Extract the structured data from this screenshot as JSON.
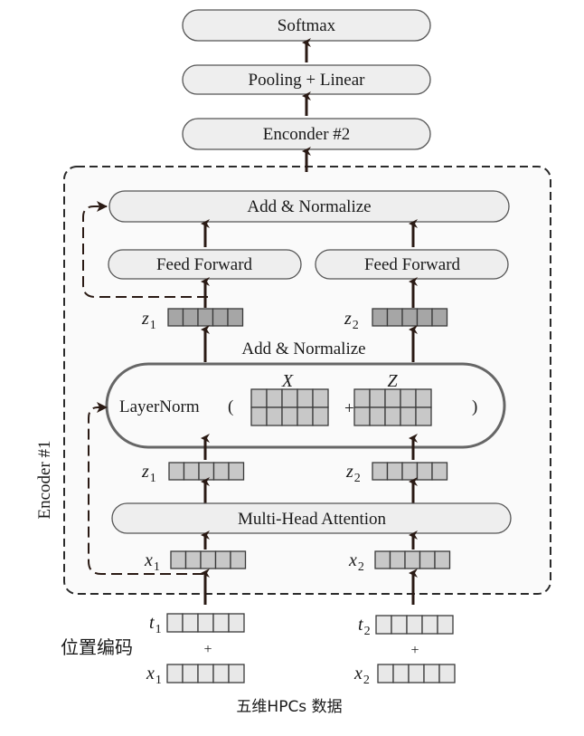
{
  "title": "Transformer encoder architecture for five-dimensional HPCs data",
  "top_blocks": {
    "softmax": "Softmax",
    "pooling_linear": "Pooling  + Linear",
    "encoder2": "Enconder #2"
  },
  "encoder1": {
    "label": "Encoder #1",
    "add_normalize_top": "Add & Normalize",
    "feed_forward_left": "Feed Forward",
    "feed_forward_right": "Feed Forward",
    "add_normalize_mid": "Add & Normalize",
    "layernorm": {
      "label": "LayerNorm",
      "open_paren": "(",
      "close_paren": ")",
      "plus": "+",
      "matrix_x_label": "X",
      "matrix_z_label": "Z"
    },
    "multi_head_attention": "Multi-Head Attention",
    "vectors": {
      "z1_top": {
        "base": "z",
        "sub": "1"
      },
      "z2_top": {
        "base": "z",
        "sub": "2"
      },
      "z1_bottom": {
        "base": "z",
        "sub": "1"
      },
      "z2_bottom": {
        "base": "z",
        "sub": "2"
      },
      "x1_inner": {
        "base": "x",
        "sub": "1"
      },
      "x2_inner": {
        "base": "x",
        "sub": "2"
      }
    }
  },
  "inputs": {
    "positional_encoding_label": "位置编码",
    "t1": {
      "base": "t",
      "sub": "1"
    },
    "t2": {
      "base": "t",
      "sub": "2"
    },
    "plus": "+",
    "x1": {
      "base": "x",
      "sub": "1"
    },
    "x2": {
      "base": "x",
      "sub": "2"
    },
    "caption": "五维HPCs 数据"
  },
  "colors": {
    "pill_fill": "#eeeeee",
    "pill_stroke": "#555555",
    "dark_cell": "#a6a6a6",
    "mid_cell": "#c8c8c8",
    "light_cell": "#e8e8e8",
    "arrow": "#2a1a14",
    "frame": "#2b2b2b",
    "frame_fill": "#fafafa"
  }
}
